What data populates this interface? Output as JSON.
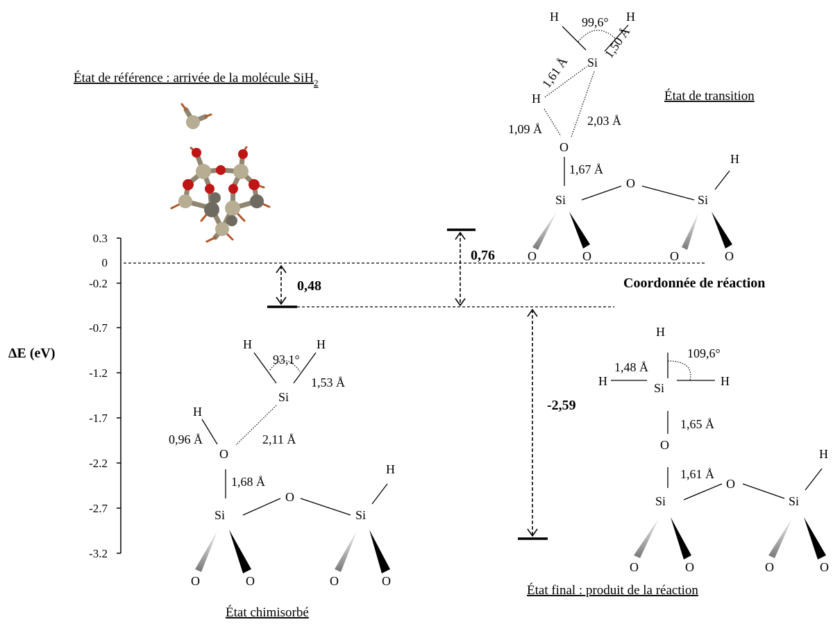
{
  "chart_data": {
    "type": "diagram",
    "ylabel": "ΔE (eV)",
    "xlabel": "Coordonnée de réaction",
    "yticks": [
      "0.3",
      "0",
      "-0.2",
      "-0.7",
      "-1.2",
      "-1.7",
      "-2.2",
      "-2.7",
      "-3.2"
    ],
    "states": [
      {
        "name": "État de référence : arrivée de la molécule SiH",
        "sub": "2"
      },
      {
        "name": "État de transition"
      },
      {
        "name": "État chimisorbé"
      },
      {
        "name": "État final : produit de la réaction"
      }
    ],
    "energy_levels": {
      "reference": 0,
      "chemisorbed": -0.48,
      "transition": 0.28,
      "final": -3.07
    },
    "barriers": [
      "0,48",
      "0,76",
      "-2,59"
    ]
  },
  "labels": {
    "title_ref": "État de référence : arrivée de la molécule SiH",
    "title_ref_sub": "2",
    "title_ts": "État de transition",
    "title_chem": "État chimisorbé",
    "title_final": "État final : produit de la réaction",
    "xaxis": "Coordonnée de réaction",
    "yaxis": "ΔE (eV)",
    "e048": "0,48",
    "e076": "0,76",
    "e259": "-2,59"
  },
  "ts": {
    "angle": "99,6°",
    "d1": "1,50 Å",
    "d2": "1,61 Å",
    "d3": "1,09 Å",
    "d4": "2,03 Å",
    "d5": "1,67 Å"
  },
  "chem": {
    "angle": "93,1°",
    "d1": "1,53 Å",
    "d2": "0,96 Å",
    "d3": "2,11 Å",
    "d4": "1,68 Å"
  },
  "final": {
    "angle": "109,6°",
    "d1": "1,48 Å",
    "d2": "1,65 Å",
    "d3": "1,61 Å"
  },
  "atoms": {
    "H": "H",
    "Si": "Si",
    "O": "O"
  }
}
